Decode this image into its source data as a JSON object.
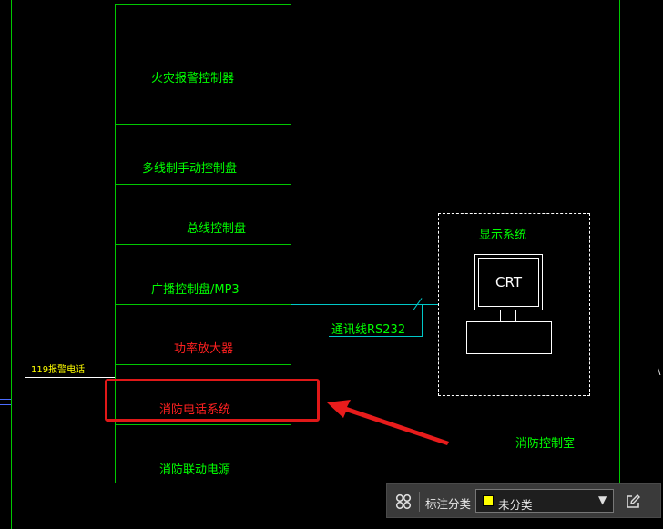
{
  "cabinet": {
    "modules": [
      {
        "label": "火灾报警控制器",
        "color": "green"
      },
      {
        "label": "多线制手动控制盘",
        "color": "green"
      },
      {
        "label": "总线控制盘",
        "color": "green"
      },
      {
        "label": "广播控制盘/MP3",
        "color": "green"
      },
      {
        "label": "功率放大器",
        "color": "red"
      },
      {
        "label": "消防电话系统",
        "color": "red"
      },
      {
        "label": "消防联动电源",
        "color": "green"
      }
    ]
  },
  "left_label": "119报警电话",
  "link_label": "通讯线RS232",
  "display": {
    "title": "显示系统",
    "crt_text": "CRT"
  },
  "room_label": "消防控制室",
  "toolbar": {
    "label": "标注分类",
    "selected": "未分类",
    "swatch_color": "#ffff00"
  },
  "colors": {
    "cad_line": "#00c800",
    "cad_text_green": "#00ff00",
    "cad_text_red": "#ff2020",
    "highlight": "#e01818"
  }
}
